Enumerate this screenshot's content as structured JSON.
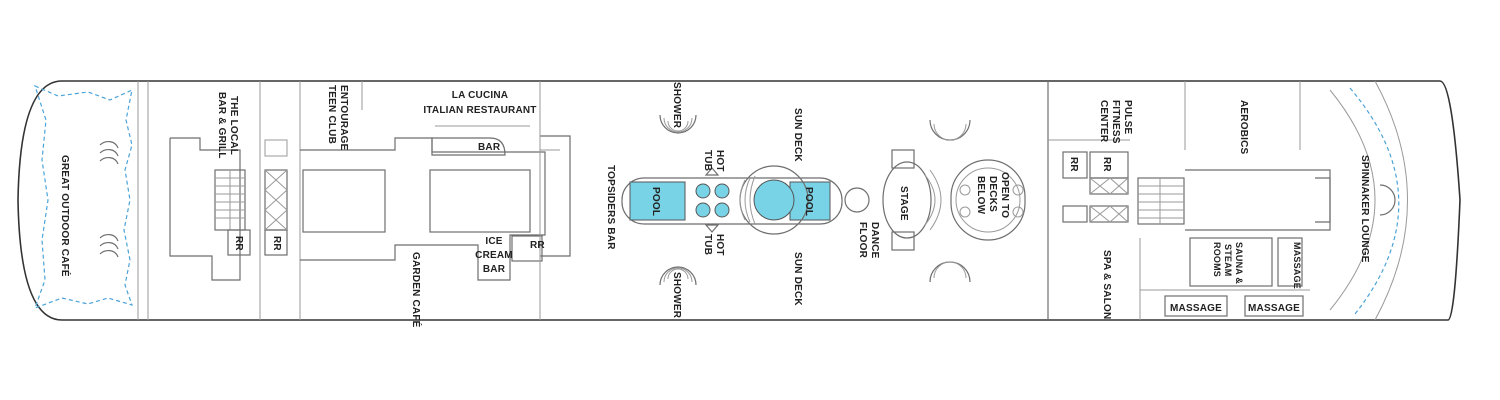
{
  "deck": {
    "labels": {
      "great_outdoor_cafe": "GREAT OUTDOOR CAFÉ",
      "the_local_1": "THE LOCAL",
      "the_local_2": "BAR & GRILL",
      "rr": "RR",
      "entourage_1": "ENTOURAGE",
      "entourage_2": "TEEN CLUB",
      "la_cucina_1": "LA CUCINA",
      "la_cucina_2": "ITALIAN RESTAURANT",
      "bar": "BAR",
      "ice_cream_1": "ICE",
      "ice_cream_2": "CREAM",
      "ice_cream_3": "BAR",
      "garden_cafe": "GARDEN CAFÉ",
      "topsiders_bar": "TOPSIDERS BAR",
      "shower": "SHOWER",
      "hot_tub_1": "HOT",
      "hot_tub_2": "TUB",
      "pool": "POOL",
      "sun_deck": "SUN DECK",
      "dance_floor_1": "DANCE",
      "dance_floor_2": "FLOOR",
      "stage": "STAGE",
      "open_to_decks_1": "OPEN TO",
      "open_to_decks_2": "DECKS",
      "open_to_decks_3": "BELOW",
      "pulse_1": "PULSE",
      "pulse_2": "FITNESS",
      "pulse_3": "CENTER",
      "aerobics": "AEROBICS",
      "spa_salon": "SPA & SALON",
      "sauna_1": "SAUNA &",
      "sauna_2": "STEAM",
      "sauna_3": "ROOMS",
      "massage": "MASSAGE",
      "spinnaker_lounge": "SPINNAKER LOUNGE"
    },
    "colors": {
      "pool": "#79d3e6",
      "dashed_line": "#4aa3d8",
      "hull_outline": "#333333"
    }
  }
}
